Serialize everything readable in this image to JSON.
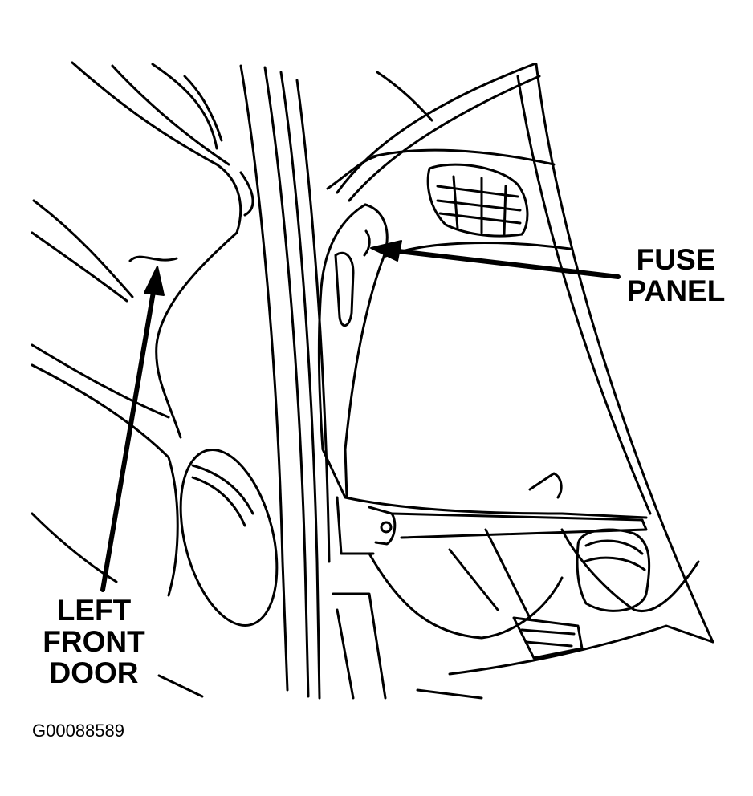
{
  "labels": {
    "fuse_panel": [
      "FUSE",
      "PANEL"
    ],
    "left_front_door": [
      "LEFT",
      "FRONT",
      "DOOR"
    ]
  },
  "figure_id": "G00088589",
  "colors": {
    "line": "#000000",
    "background": "#ffffff"
  }
}
